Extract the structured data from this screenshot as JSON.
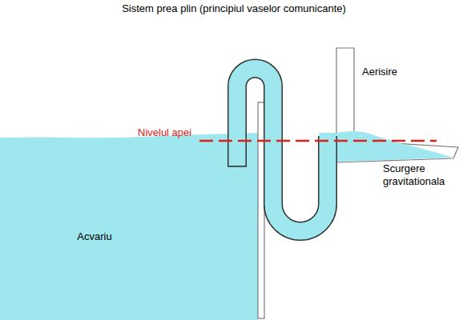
{
  "diagram": {
    "title": "Sistem prea plin (principiul vaselor comunicante)",
    "nodes": [
      {
        "text": [
          "Acvariu"
        ]
      }
    ],
    "labels": [
      "Nivelul apei",
      "Aerisire",
      "Scurgere gravitationala"
    ]
  }
}
